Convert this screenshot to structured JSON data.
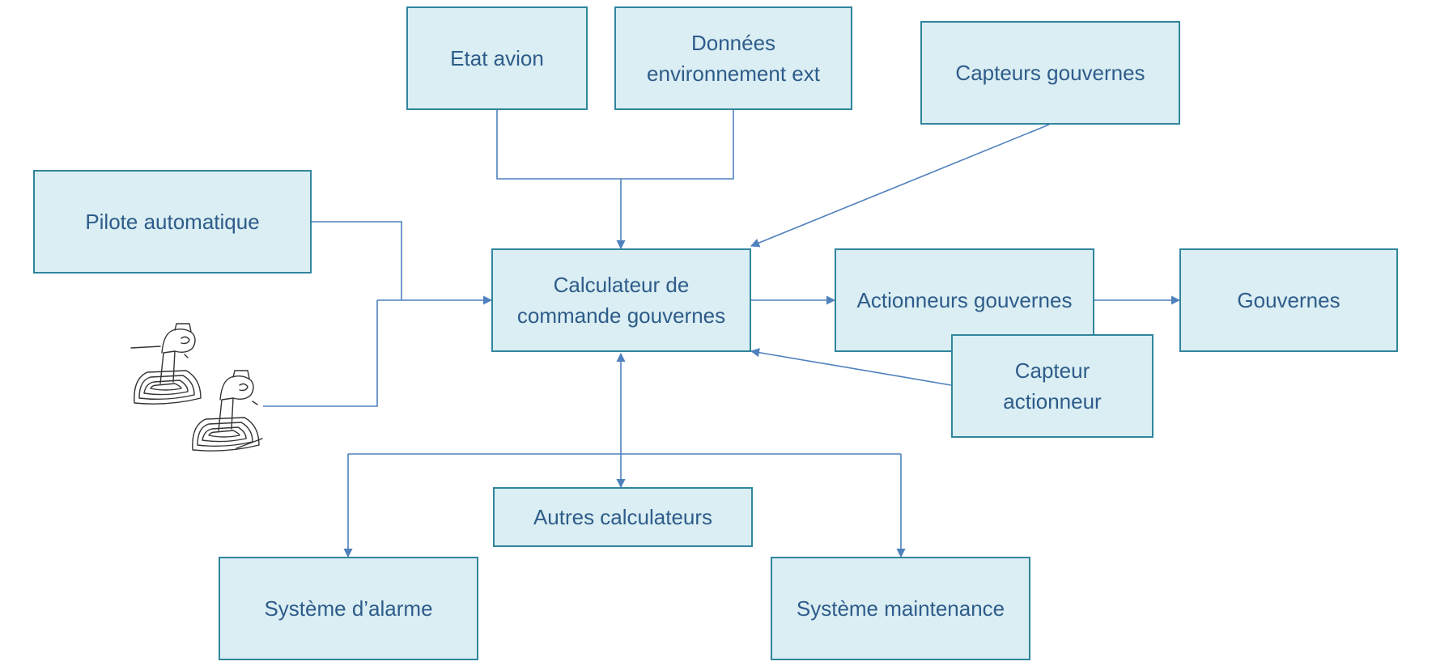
{
  "diagram": {
    "boxes": {
      "etat_avion": "Etat avion",
      "donnees_env": "Données\nenvironnement ext",
      "capteurs_gouvernes": "Capteurs gouvernes",
      "pilote_auto": "Pilote automatique",
      "calculateur": "Calculateur de\ncommande gouvernes",
      "actionneurs": "Actionneurs gouvernes",
      "gouvernes": "Gouvernes",
      "capteur_actionneur": "Capteur\nactionneur",
      "autres_calculateurs": "Autres calculateurs",
      "systeme_alarme": "Système d’alarme",
      "systeme_maintenance": "Système maintenance"
    },
    "colors": {
      "box_fill": "#daeef3",
      "box_border": "#31859c",
      "text": "#2e5c8a",
      "connector": "#4f81bd"
    },
    "icons": [
      "joystick-icon",
      "joystick-icon"
    ]
  }
}
